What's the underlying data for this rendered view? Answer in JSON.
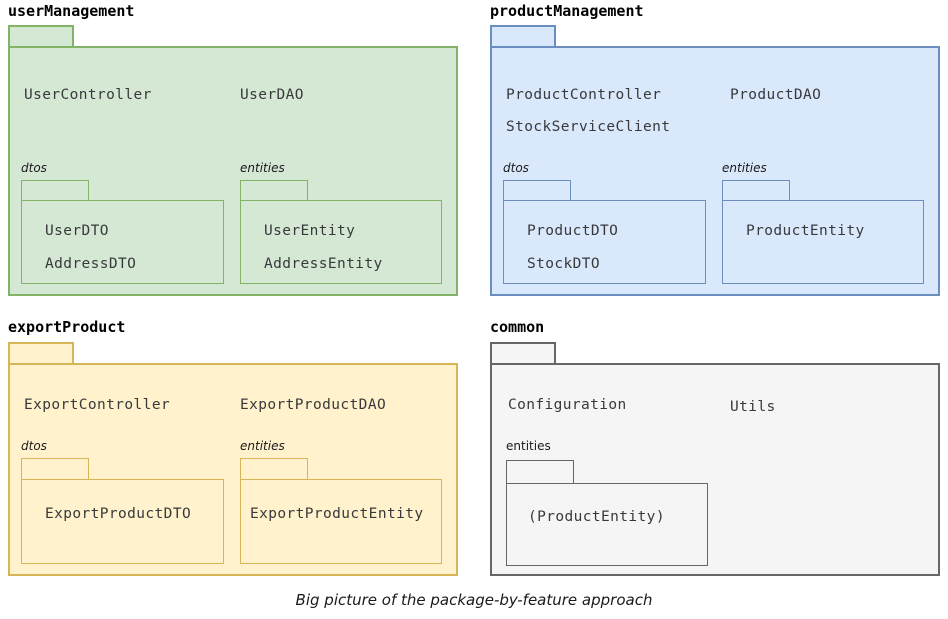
{
  "diagram": {
    "caption": "Big picture of the package-by-feature approach",
    "colors": {
      "green_fill": "#d5e8d4",
      "green_stroke": "#82b366",
      "blue_fill": "#dae8fc",
      "blue_stroke": "#6c8ebf",
      "yellow_fill": "#fff2cc",
      "yellow_stroke": "#d6b656",
      "gray_fill": "#f5f5f5",
      "gray_stroke": "#666666",
      "text": "#38393b",
      "title_text": "#000000",
      "background": "#ffffff"
    }
  },
  "packages": {
    "userManagement": {
      "title": "userManagement",
      "classes": [
        "UserController",
        "UserDAO"
      ],
      "subpackages": {
        "dtos": {
          "title": "dtos",
          "classes": [
            "UserDTO",
            "AddressDTO"
          ]
        },
        "entities": {
          "title": "entities",
          "classes": [
            "UserEntity",
            "AddressEntity"
          ]
        }
      }
    },
    "productManagement": {
      "title": "productManagement",
      "classes": [
        "ProductController",
        "ProductDAO",
        "StockServiceClient"
      ],
      "subpackages": {
        "dtos": {
          "title": "dtos",
          "classes": [
            "ProductDTO",
            "StockDTO"
          ]
        },
        "entities": {
          "title": "entities",
          "classes": [
            "ProductEntity"
          ]
        }
      }
    },
    "exportProduct": {
      "title": "exportProduct",
      "classes": [
        "ExportController",
        "ExportProductDAO"
      ],
      "subpackages": {
        "dtos": {
          "title": "dtos",
          "classes": [
            "ExportProductDTO"
          ]
        },
        "entities": {
          "title": "entities",
          "classes": [
            "ExportProductEntity"
          ]
        }
      }
    },
    "common": {
      "title": "common",
      "classes": [
        "Configuration",
        "Utils"
      ],
      "subpackages": {
        "entities": {
          "title": "entities",
          "classes": [
            "(ProductEntity)"
          ]
        }
      }
    }
  }
}
